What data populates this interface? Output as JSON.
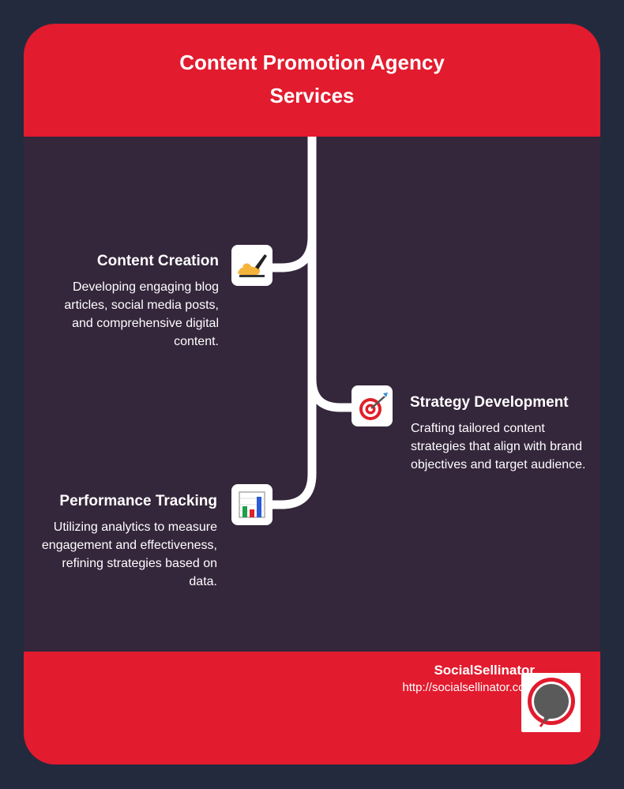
{
  "header": {
    "title_line1": "Content Promotion Agency",
    "title_line2": "Services"
  },
  "items": [
    {
      "title": "Content Creation",
      "icon": "writing-hand-icon",
      "desc_lines": [
        "Developing engaging blog",
        "articles, social media posts,",
        "and comprehensive digital",
        "content."
      ]
    },
    {
      "title": "Strategy Development",
      "icon": "target-dart-icon",
      "desc_lines": [
        "Crafting tailored content",
        "strategies that align with brand",
        "objectives and target audience."
      ]
    },
    {
      "title": "Performance Tracking",
      "icon": "bar-chart-icon",
      "desc_lines": [
        "Utilizing analytics to measure",
        "engagement and effectiveness,",
        "refining strategies based on",
        "data."
      ]
    }
  ],
  "footer": {
    "brand": "SocialSellinator",
    "url": "http://socialsellinator.com",
    "logo_icon": "speech-bubble-logo-icon"
  },
  "colors": {
    "background": "#232a3e",
    "accent": "#e21b2e",
    "panel": "#34263b",
    "line": "#ffffff"
  }
}
